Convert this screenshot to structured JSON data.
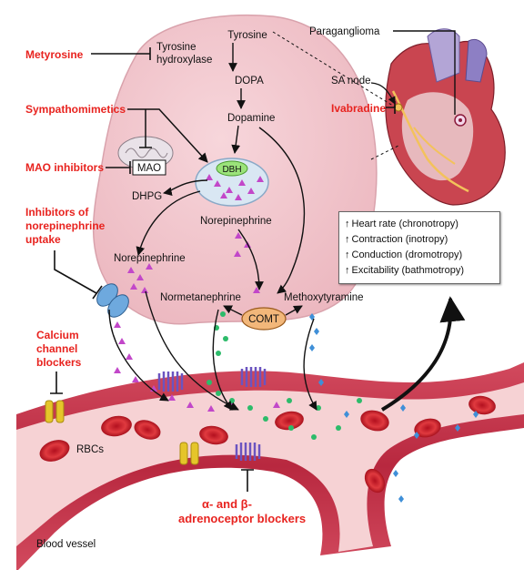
{
  "cell": {
    "tyrosine": "Tyrosine",
    "tyrosine_hydroxylase": [
      "Tyrosine",
      "hydroxylase"
    ],
    "dopa": "DOPA",
    "dopamine": "Dopamine",
    "dbh": "DBH",
    "mao": "MAO",
    "dhpg": "DHPG",
    "norepinephrine_vesicle": "Norepinephrine",
    "norepinephrine_release": "Norepinephrine",
    "normetanephrine": "Normetanephrine",
    "methoxytyramine": "Methoxytyramine",
    "comt": "COMT"
  },
  "heart": {
    "paraganglioma": "Paraganglioma",
    "sa_node": "SA node"
  },
  "drugs": {
    "metyrosine": "Metyrosine",
    "sympathomimetics": "Sympathomimetics",
    "mao_inhibitors": "MAO inhibitors",
    "uptake_inhibitors": [
      "Inhibitors of",
      "norepinephrine",
      "uptake"
    ],
    "calcium_blockers": [
      "Calcium",
      "channel",
      "blockers"
    ],
    "ivabradine": "Ivabradine",
    "adrenoceptor_blockers": [
      "α- and β-",
      "adrenoceptor blockers"
    ]
  },
  "effects": [
    "Heart rate (chronotropy)",
    "Contraction (inotropy)",
    "Conduction (dromotropy)",
    "Excitability (bathmotropy)"
  ],
  "vessel": {
    "rbcs": "RBCs",
    "blood_vessel": "Blood vessel"
  },
  "colors": {
    "cell_fill": "#f2c9cf",
    "vessel_wall": "#c0394d",
    "vessel_lumen": "#f7d7d8",
    "drug_text": "#e8231f",
    "norepinephrine": "#c247c9",
    "normetanephrine": "#2dbb6a",
    "methoxytyramine": "#3f8fd8",
    "receptor": "#7a5fc8",
    "channel": "#e5c52a",
    "dbh_fill": "#9be37a"
  }
}
